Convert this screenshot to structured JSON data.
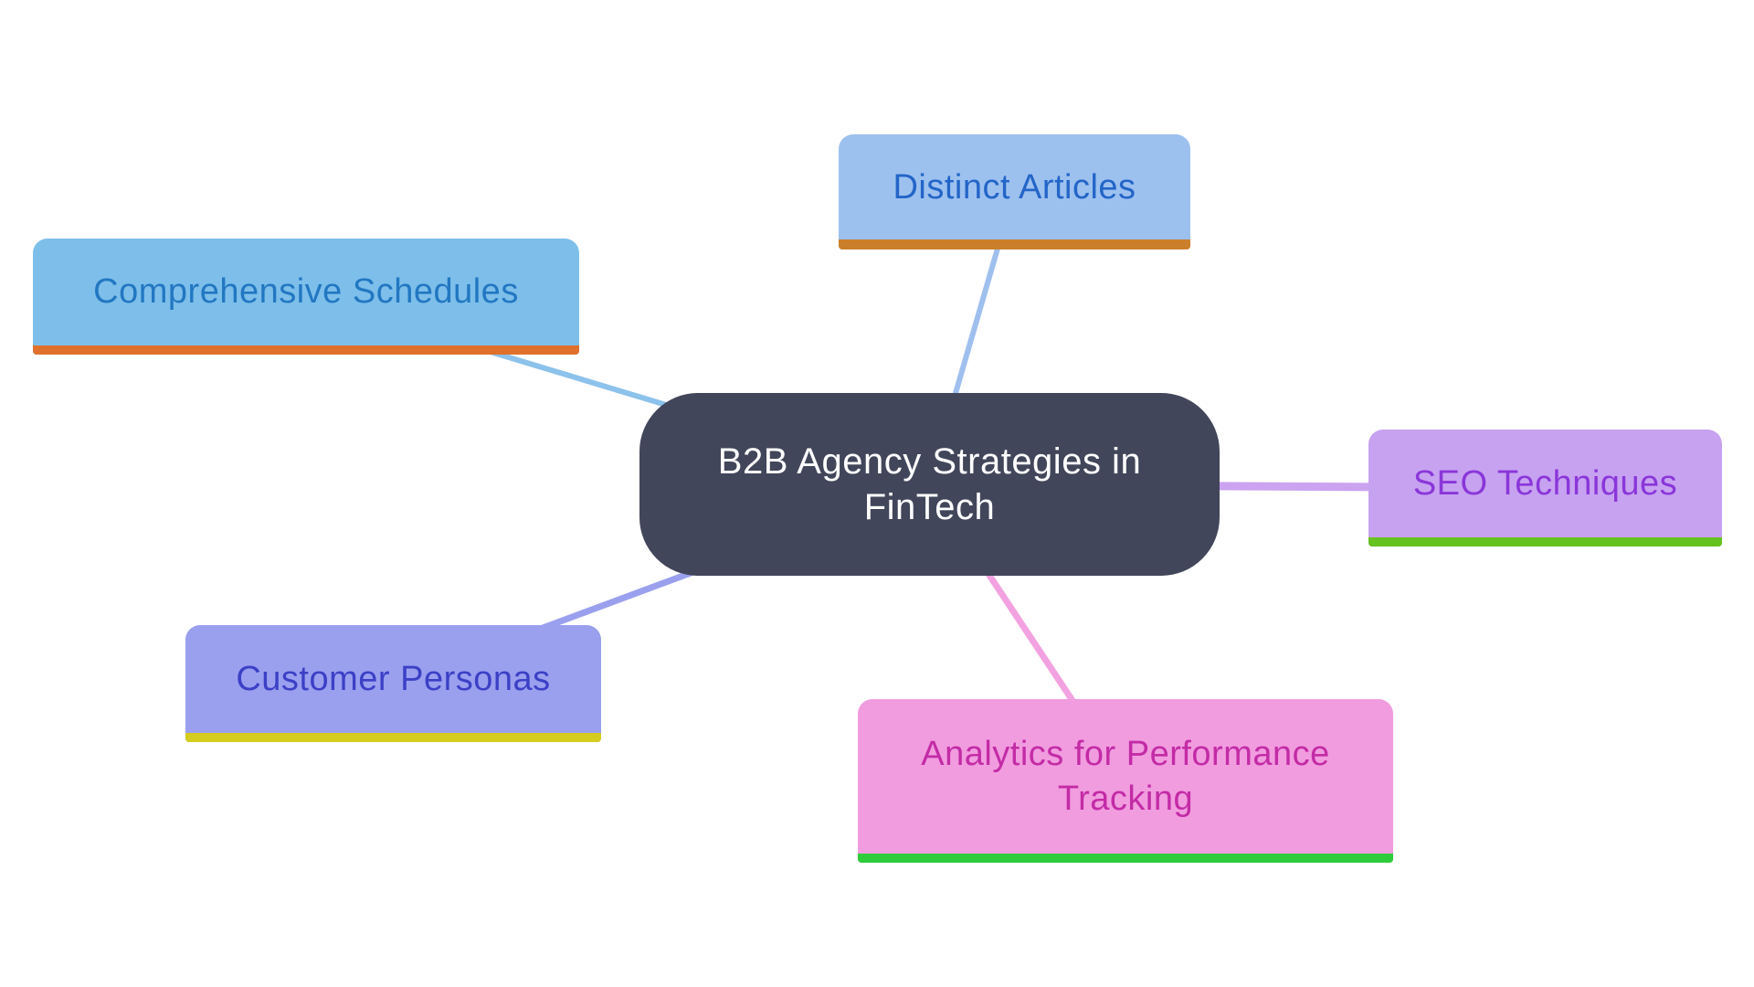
{
  "diagram": {
    "type": "mindmap",
    "background_color": "#FFFFFF",
    "central_node": {
      "label": "B2B Agency Strategies in FinTech",
      "bg_color": "#42465A",
      "text_color": "#FFFFFF"
    },
    "nodes": [
      {
        "id": "comprehensive-schedules",
        "label": "Comprehensive Schedules",
        "fill": "#7DBFEA",
        "text_color": "#2277C2",
        "underline_color": "#E0702B",
        "connector_color": "#8CC2EB"
      },
      {
        "id": "distinct-articles",
        "label": "Distinct Articles",
        "fill": "#9DC1EF",
        "text_color": "#2365C8",
        "underline_color": "#CC7F2A",
        "connector_color": "#9FC0EE"
      },
      {
        "id": "seo-techniques",
        "label": "SEO Techniques",
        "fill": "#C7A2F0",
        "text_color": "#8A36D9",
        "underline_color": "#66C21F",
        "connector_color": "#CBA3F0"
      },
      {
        "id": "customer-personas",
        "label": "Customer Personas",
        "fill": "#9AA0EE",
        "text_color": "#3C40C6",
        "underline_color": "#D5CC1F",
        "connector_color": "#9AA0EE"
      },
      {
        "id": "analytics-performance-tracking",
        "label": "Analytics for Performance Tracking",
        "fill": "#F19CDF",
        "text_color": "#C32BA6",
        "underline_color": "#2ECC3B",
        "connector_color": "#F2A2E0"
      }
    ]
  }
}
